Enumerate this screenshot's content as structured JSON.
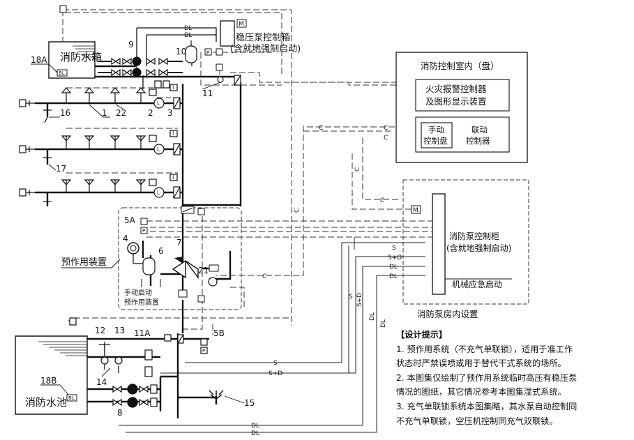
{
  "labels": {
    "stabilizer_box_line1": "稳压泵控制箱",
    "stabilizer_box_line2": "(含就地强制启动)",
    "water_tank": "消防水箱",
    "water_pool": "消防水池",
    "preaction_device": "预作用装置",
    "manual_start_line1": "手动启动",
    "manual_start_line2": "预作用装置",
    "control_room": "消防控制室内（盘）",
    "fire_alarm_line1": "火灾报警控制器",
    "fire_alarm_line2": "及图形显示装置",
    "manual_panel_line1": "手动",
    "manual_panel_line2": "控制盘",
    "linkage_line1": "联动",
    "linkage_line2": "控制器",
    "pump_cabinet_line1": "消防泵控制柜",
    "pump_cabinet_line2": "(含就地强制启动)",
    "mech_emergency": "机械应急启动",
    "pump_room": "消防泵房内设置",
    "motor": "M"
  },
  "callouts": [
    "18A",
    "9",
    "10",
    "16",
    "1",
    "22",
    "2",
    "3",
    "11",
    "17",
    "5A",
    "4",
    "6",
    "7",
    "21",
    "12",
    "13",
    "11A",
    "5B",
    "14",
    "18B",
    "8",
    "15"
  ],
  "line_codes": {
    "DL": "DL",
    "C": "C",
    "S": "S",
    "S_D": "S+D",
    "BL": "BL",
    "P": "P",
    "L": "L",
    "I": "I"
  },
  "notes": {
    "title": "【设计提示】",
    "lines": [
      "1. 预作用系统（不充气单联锁），适用于准工作",
      "状态时严禁误喷或用于替代干式系统的场所。",
      "2. 本图集仅绘制了预作用系统临时高压有稳压泵",
      "情况的图纸，其它情况参考本图集湿式系统。",
      "3. 充气单联锁系统本图集略，其水泵自动控制同",
      "不充气单联锁，空压机控制同充气双联锁。"
    ]
  }
}
